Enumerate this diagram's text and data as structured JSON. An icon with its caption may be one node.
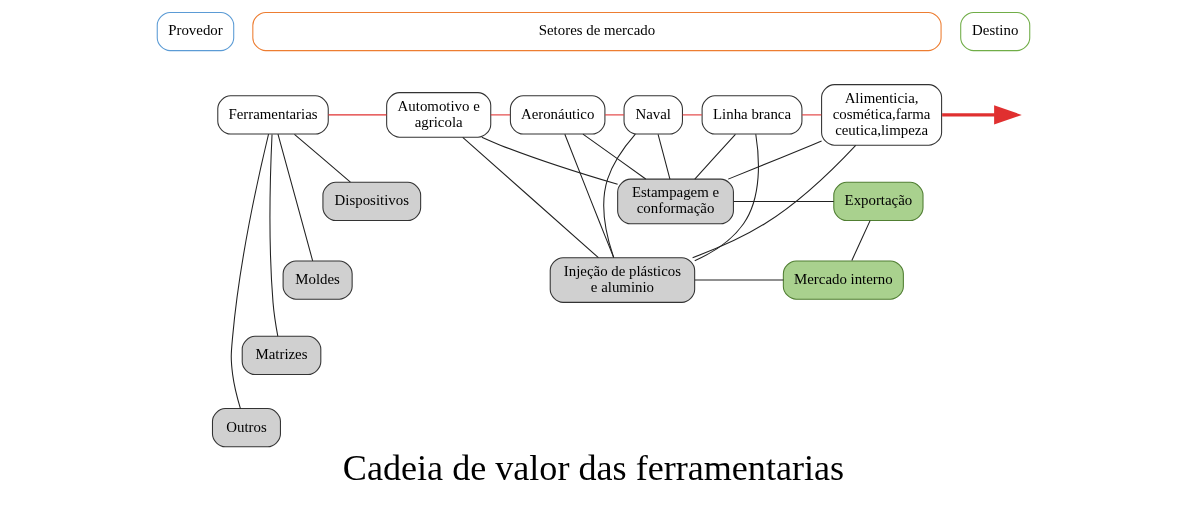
{
  "diagram": {
    "title": "Cadeia de valor das ferramentarias",
    "nodes": [
      {
        "text": [
          "Provedor"
        ]
      },
      {
        "text": [
          "Setores de mercado"
        ]
      },
      {
        "text": [
          "Destino"
        ]
      },
      {
        "text": [
          "Ferramentarias"
        ]
      },
      {
        "text": [
          "Automotivo e agricola"
        ]
      },
      {
        "text": [
          "Aeronáutico"
        ]
      },
      {
        "text": [
          "Naval"
        ]
      },
      {
        "text": [
          "Linha branca"
        ]
      },
      {
        "text": [
          "Alimenticia, cosmética,farma ceutica,limpeza"
        ]
      },
      {
        "text": [
          "Dispositivos"
        ]
      },
      {
        "text": [
          "Moldes"
        ]
      },
      {
        "text": [
          "Matrizes"
        ]
      },
      {
        "text": [
          "Outros"
        ]
      },
      {
        "text": [
          "Estampagem e conformação"
        ]
      },
      {
        "text": [
          "Injeção de plásticos e aluminio"
        ]
      },
      {
        "text": [
          "Exportação"
        ]
      },
      {
        "text": [
          "Mercado interno"
        ]
      }
    ],
    "edges": [
      {
        "from": 3,
        "to": 4,
        "arrow": "none",
        "color": "#e03030"
      },
      {
        "from": 4,
        "to": 5,
        "arrow": "none",
        "color": "#e03030"
      },
      {
        "from": 5,
        "to": 6,
        "arrow": "none",
        "color": "#e03030"
      },
      {
        "from": 6,
        "to": 7,
        "arrow": "none",
        "color": "#e03030"
      },
      {
        "from": 7,
        "to": 8,
        "arrow": "none",
        "color": "#e03030"
      },
      {
        "from": 8,
        "to": null,
        "arrow": "to",
        "style": "thick",
        "color": "#e03030"
      },
      {
        "from": 3,
        "to": 9,
        "arrow": "none"
      },
      {
        "from": 3,
        "to": 10,
        "arrow": "none"
      },
      {
        "from": 3,
        "to": 11,
        "arrow": "none"
      },
      {
        "from": 3,
        "to": 12,
        "arrow": "none"
      },
      {
        "from": 4,
        "to": 13,
        "arrow": "none"
      },
      {
        "from": 5,
        "to": 13,
        "arrow": "none"
      },
      {
        "from": 6,
        "to": 13,
        "arrow": "none"
      },
      {
        "from": 7,
        "to": 13,
        "arrow": "none"
      },
      {
        "from": 8,
        "to": 13,
        "arrow": "none"
      },
      {
        "from": 4,
        "to": 14,
        "arrow": "none"
      },
      {
        "from": 5,
        "to": 14,
        "arrow": "none"
      },
      {
        "from": 6,
        "to": 14,
        "arrow": "none"
      },
      {
        "from": 7,
        "to": 14,
        "arrow": "none"
      },
      {
        "from": 8,
        "to": 14,
        "arrow": "none"
      },
      {
        "from": 13,
        "to": 15,
        "arrow": "none"
      },
      {
        "from": 14,
        "to": 16,
        "arrow": "none"
      },
      {
        "from": 15,
        "to": 16,
        "arrow": "none"
      }
    ]
  }
}
